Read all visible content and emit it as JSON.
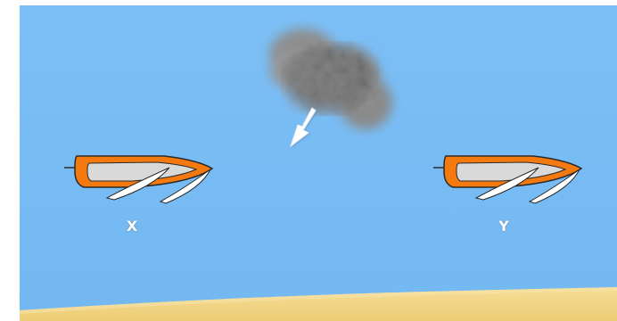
{
  "diagram": {
    "boats": [
      {
        "id": "x",
        "label": "X"
      },
      {
        "id": "y",
        "label": "Y"
      }
    ],
    "colors": {
      "water": "#79bdf5",
      "water_deep": "#6eb4f0",
      "sand": "#f3d98f",
      "hull_outer": "#f47a10",
      "hull_outline": "#2a2a2a",
      "deck": "#d9d9d9",
      "cloud": "#8c8c8c",
      "wind_arrow": "#ffffff"
    },
    "icons": {
      "cloud": "cloud-icon",
      "wind": "wind-arrow-icon",
      "boat": "sailboat-icon"
    }
  }
}
